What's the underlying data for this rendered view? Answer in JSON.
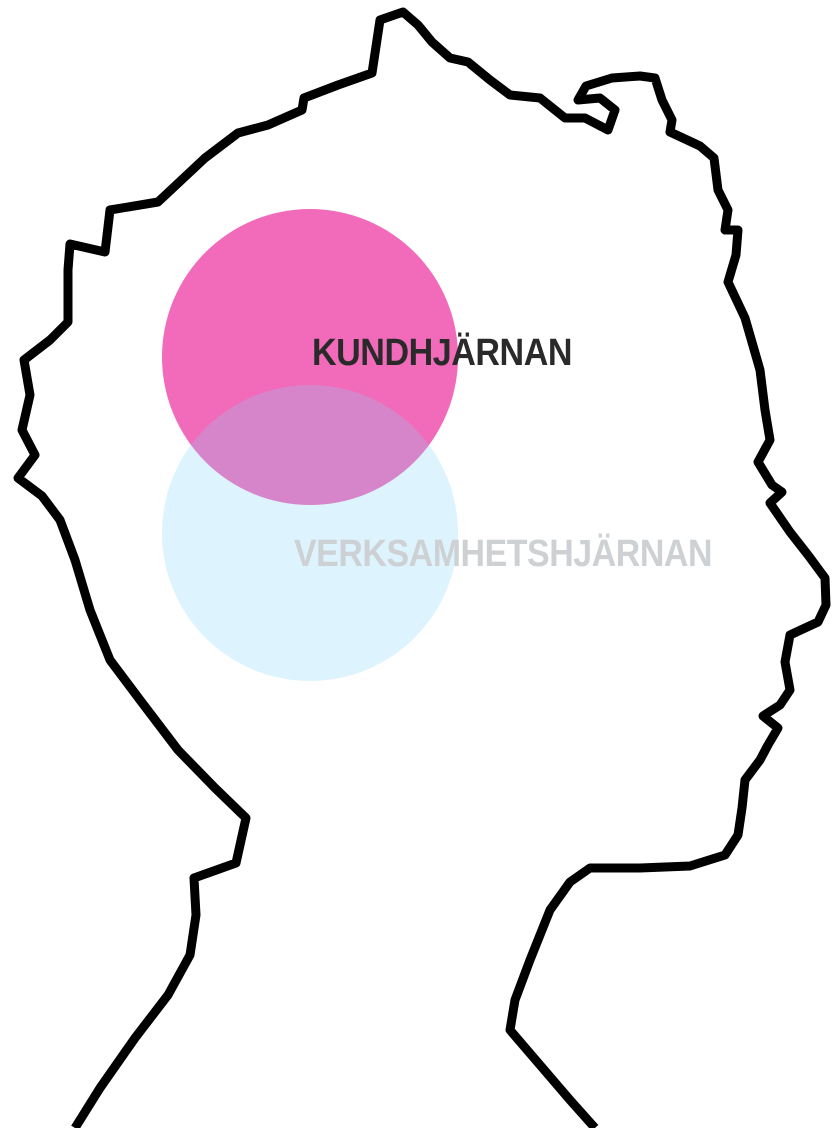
{
  "labels": {
    "customer_brain": "KUNDHJÄRNAN",
    "business_brain": "VERKSAMHETSHJÄRNAN"
  },
  "colors": {
    "background": "#ffffff",
    "outline": "#000000",
    "customer_circle": "#f15fb5",
    "business_circle": "#cdeefc",
    "customer_label": "#2a2a2a",
    "business_label": "#cdd1d4"
  },
  "icons": {
    "silhouette": "human-head-profile-outline"
  }
}
